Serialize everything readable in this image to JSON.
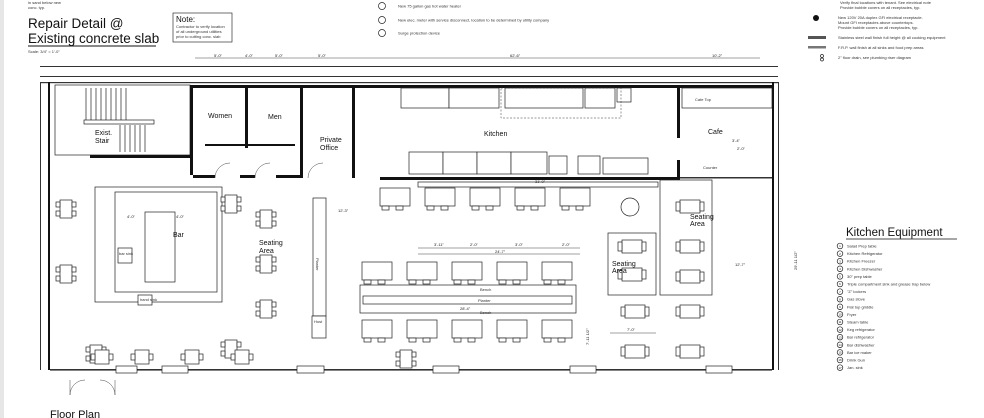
{
  "header": {
    "top_note": [
      "in sand below new",
      "conc. typ."
    ],
    "title_line1": "Repair Detail @",
    "title_line2": "Existing concrete slab",
    "scale": "Scale: 3/4\" = 1'-0\"",
    "note_title": "Note:",
    "note_lines": [
      "Contractor to verify location",
      "of all underground utilities",
      "prior to cutting conc. slab"
    ]
  },
  "top_legend": [
    "New 75 gallon gas hot water heater",
    "New elec. meter with service disconnect, location to be determined by utility company",
    "Surge protection device"
  ],
  "right_legend": {
    "receptacle_note_tail": [
      "Verify final locations with tenant. See electrical note",
      "Provide bubble covers on all receptacles, typ."
    ],
    "gfi": [
      "New 120V 20A duplex GFI electrical receptacle.",
      "Mount GFI receptacles above countertops.",
      "Provide bubble covers on all receptacles, typ."
    ],
    "stainless": "Stainless steel wall finish full height @ all cooking equipment",
    "frp": "F.R.P. wall finish at all sinks and food prep areas",
    "drain": "2\" floor drain, see plumbing riser diagram"
  },
  "rooms": {
    "stair": [
      "Exist.",
      "Stair"
    ],
    "women": "Women",
    "men": "Men",
    "office": [
      "Private",
      "Office"
    ],
    "kitchen": "Kitchen",
    "cafe": "Cafe",
    "cafe_top": "Cafe Top",
    "counter": "Counter",
    "bar": "Bar",
    "seating_left": [
      "Seating",
      "Area"
    ],
    "seating_mid": [
      "Seating",
      "Area"
    ],
    "seating_right": [
      "Seating",
      "Area"
    ],
    "planter_vertical": "Planter",
    "host": "Host",
    "bench_top": "Bench",
    "planter": "Planter",
    "bench_bottom": "Bench",
    "bar_sink": "bar sink",
    "hand_sink": "hand sink"
  },
  "dimensions": {
    "overall_kitchen": "62'-6\"",
    "right_top": "10'-2\"",
    "counter_run": "31'-0\"",
    "bench_run": "24'-7\"",
    "planter_run": "28'-4\"",
    "left_run": "12'-3\"",
    "mid_table": "7'-0\"",
    "seg1": "5'-0\"",
    "seg2": "4'-0\"",
    "seg3": "5'-0\"",
    "seg4": "5'-0\"",
    "bar_a": "4'-0\"",
    "bar_b": "4'-0\"",
    "sub1": "3'-11\"",
    "sub2": "2'-0\"",
    "sub3": "3'-0\"",
    "sub4": "2'-0\"",
    "cafe_a": "3'-4\"",
    "cafe_b": "2'-0\"",
    "right_side": "12'-7\"",
    "far_right": "29'-11 1/2\"",
    "vert": "7'-11 1/2\""
  },
  "footer": {
    "floor_plan": "Floor Plan"
  },
  "kitchen_equipment": {
    "title": "Kitchen Equipment",
    "items": [
      {
        "num": "1",
        "label": "Salad Prep table"
      },
      {
        "num": "2",
        "label": "Kitchen Refrigerator"
      },
      {
        "num": "3",
        "label": "Kitchen Freezer"
      },
      {
        "num": "4",
        "label": "Kitchen Dishwasher"
      },
      {
        "num": "5",
        "label": "30\" prep table"
      },
      {
        "num": "6",
        "label": "Triple compartment sink and grease trap below"
      },
      {
        "num": "7",
        "label": "\"Z\" lockers"
      },
      {
        "num": "8",
        "label": "Gas stove"
      },
      {
        "num": "9",
        "label": "Flat top griddle"
      },
      {
        "num": "10",
        "label": "Fryer"
      },
      {
        "num": "11",
        "label": "Steam table"
      },
      {
        "num": "12",
        "label": "Keg refrigerator"
      },
      {
        "num": "13",
        "label": "Bar refrigerator"
      },
      {
        "num": "14",
        "label": "Bar dishwasher"
      },
      {
        "num": "15",
        "label": "Bar ice maker"
      },
      {
        "num": "16",
        "label": "Drink Gun"
      },
      {
        "num": "17",
        "label": "Jan. sink"
      }
    ]
  },
  "colors": {
    "ink": "#111111",
    "background": "#ffffff"
  }
}
